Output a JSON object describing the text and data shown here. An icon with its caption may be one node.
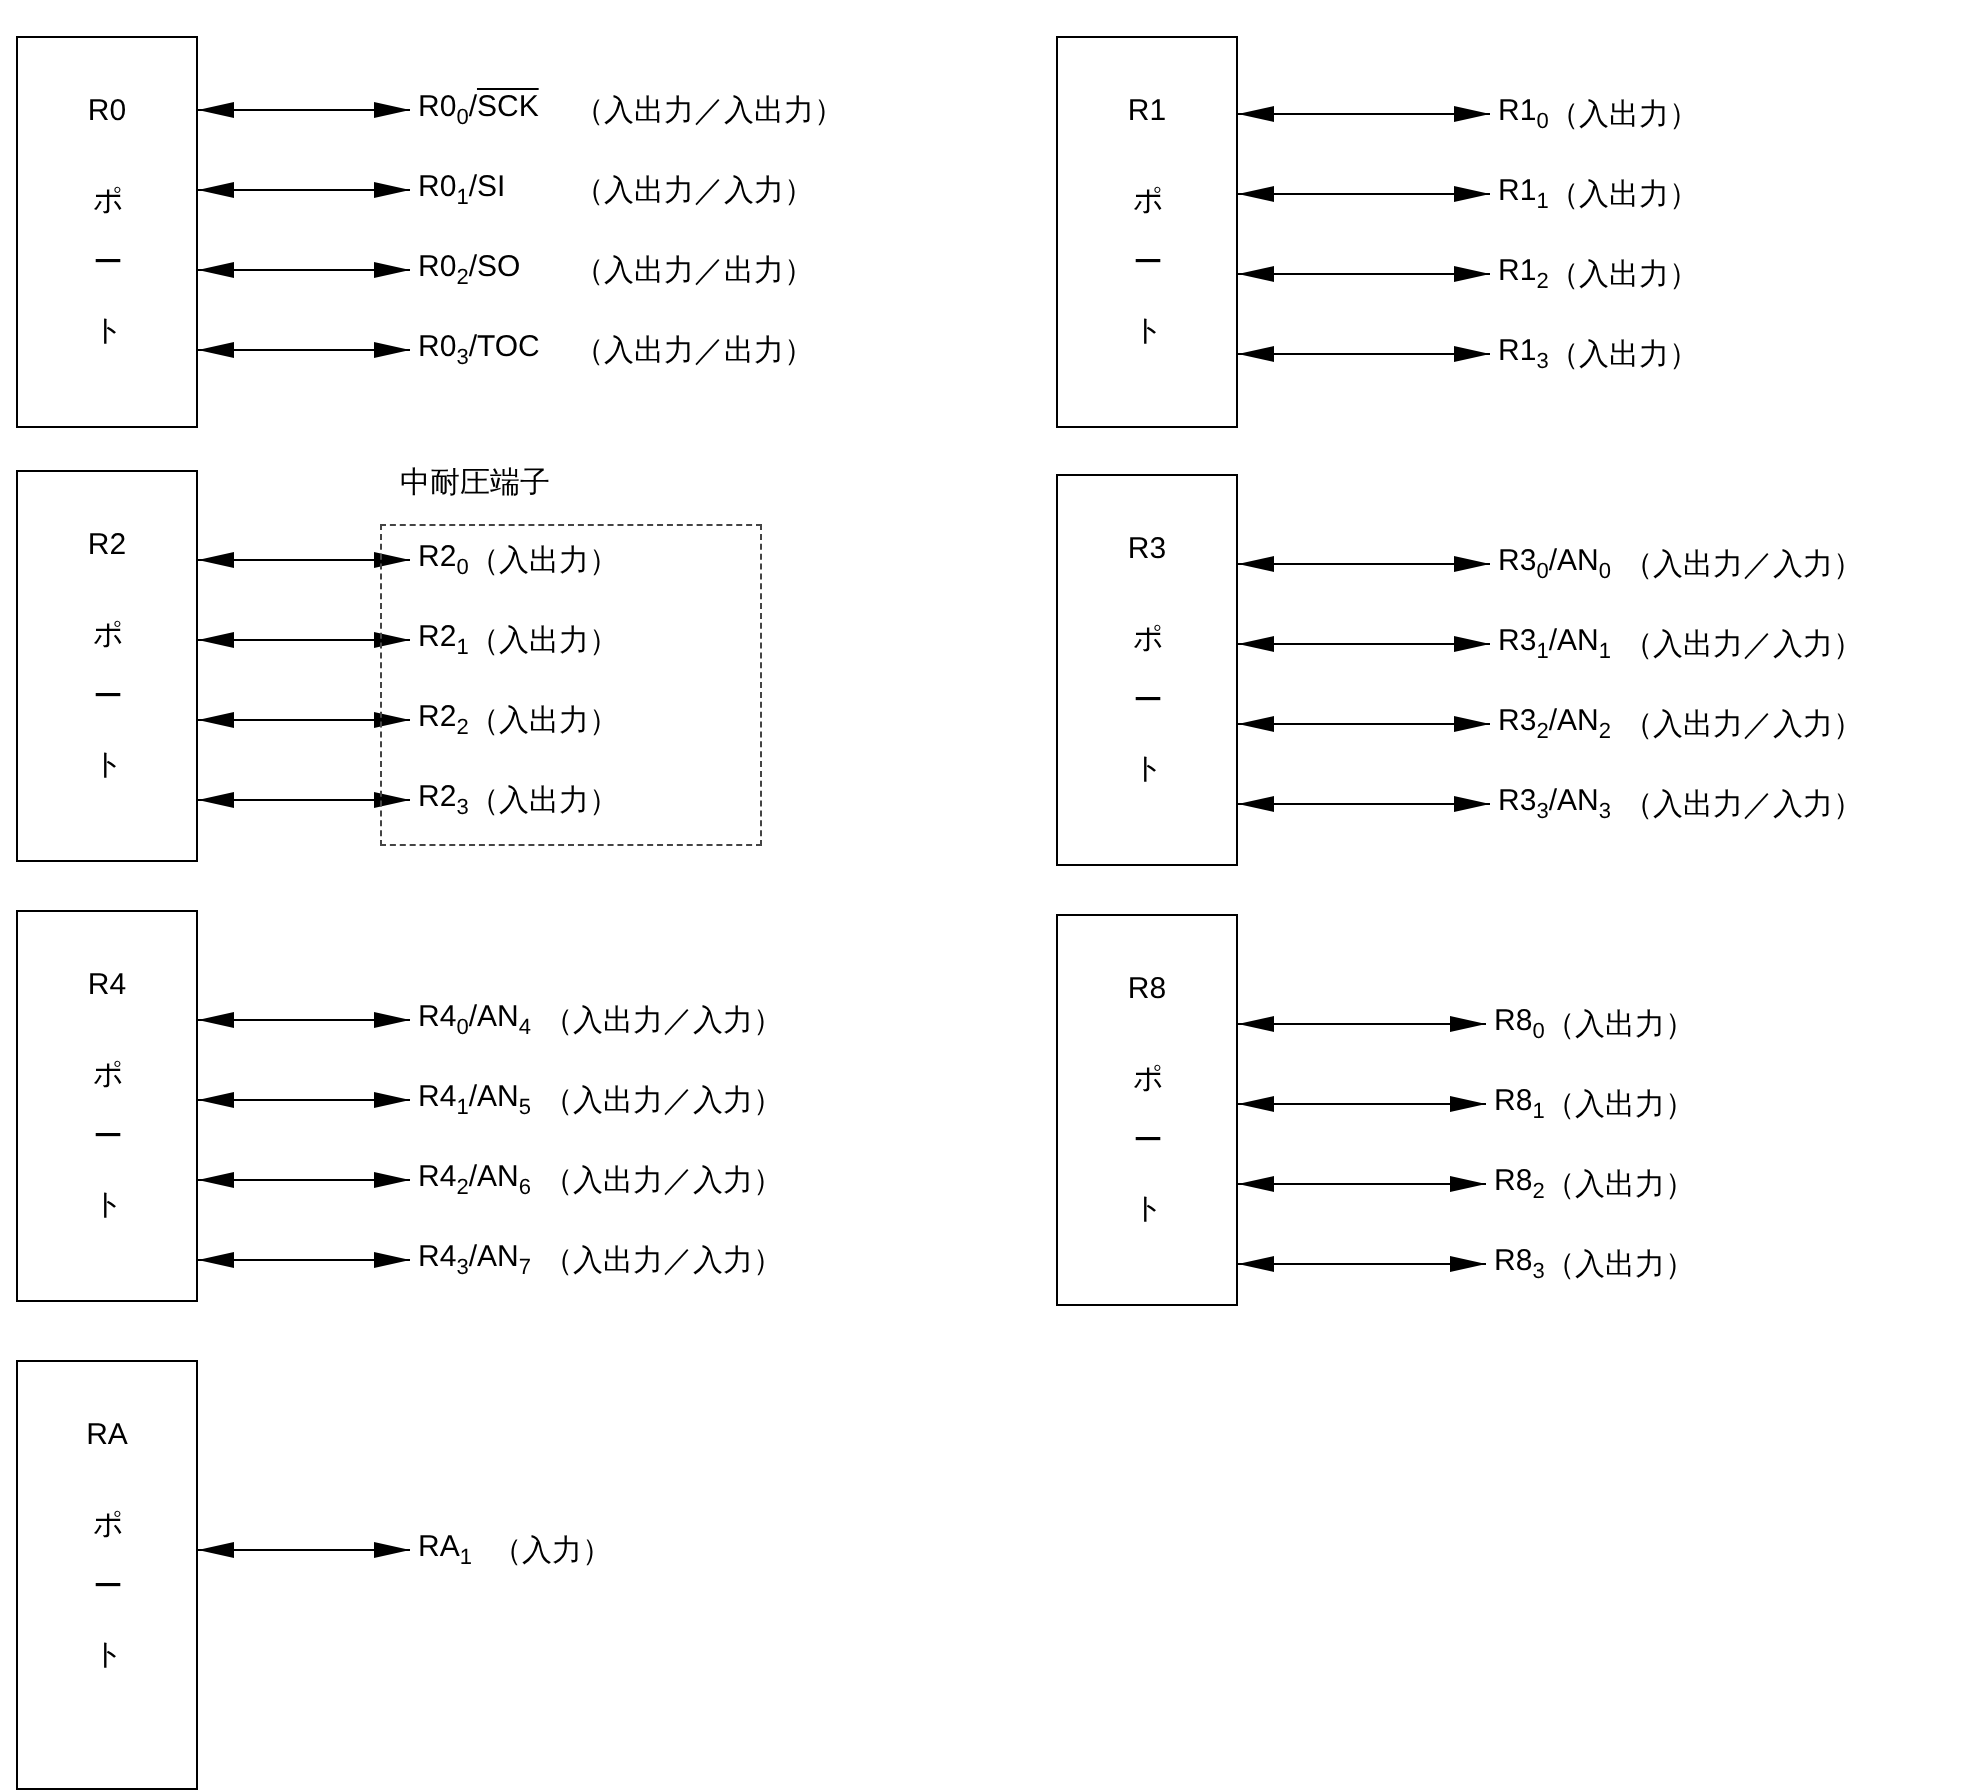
{
  "diagram": {
    "nodes": [
      {
        "text": [
          "R0",
          "ポート"
        ]
      },
      {
        "text": [
          "R0$_{0}$/SCK",
          "（入出力／入出力）"
        ]
      },
      {
        "text": [
          "R0$_{1}$/SI",
          "（入出力／入力）"
        ]
      },
      {
        "text": [
          "R0$_{2}$/SO",
          "（入出力／出力）"
        ]
      },
      {
        "text": [
          "R0$_{3}$/TOC",
          "（入出力／出力）"
        ]
      },
      {
        "text": [
          "R1",
          "ポート"
        ]
      },
      {
        "text": [
          "R1$_{0}$",
          "（入出力）"
        ]
      },
      {
        "text": [
          "R1$_{1}$",
          "（入出力）"
        ]
      },
      {
        "text": [
          "R1$_{2}$",
          "（入出力）"
        ]
      },
      {
        "text": [
          "R1$_{3}$",
          "（入出力）"
        ]
      },
      {
        "text": [
          "R2",
          "ポート"
        ]
      },
      {
        "text": [
          "中耐圧端子"
        ]
      },
      {
        "text": [
          "R2$_{0}$",
          "（入出力）"
        ],
        "in": 11
      },
      {
        "text": [
          "R2$_{1}$",
          "（入出力）"
        ],
        "in": 11
      },
      {
        "text": [
          "R2$_{2}$",
          "（入出力）"
        ],
        "in": 11
      },
      {
        "text": [
          "R2$_{3}$",
          "（入出力）"
        ],
        "in": 11
      },
      {
        "text": [
          "R3",
          "ポート"
        ]
      },
      {
        "text": [
          "R3$_{0}$/AN$_{0}$",
          "（入出力／入力）"
        ]
      },
      {
        "text": [
          "R3$_{1}$/AN$_{1}$",
          "（入出力／入力）"
        ]
      },
      {
        "text": [
          "R3$_{2}$/AN$_{2}$",
          "（入出力／入力）"
        ]
      },
      {
        "text": [
          "R3$_{3}$/AN$_{3}$",
          "（入出力／入力）"
        ]
      },
      {
        "text": [
          "R4",
          "ポート"
        ]
      },
      {
        "text": [
          "R4$_{0}$/AN$_{4}$",
          "（入出力／入力）"
        ]
      },
      {
        "text": [
          "R4$_{1}$/AN$_{5}$",
          "（入出力／入力）"
        ]
      },
      {
        "text": [
          "R4$_{2}$/AN$_{6}$",
          "（入出力／入力）"
        ]
      },
      {
        "text": [
          "R4$_{3}$/AN$_{7}$",
          "（入出力／入力）"
        ]
      },
      {
        "text": [
          "R8",
          "ポート"
        ]
      },
      {
        "text": [
          "R8$_{0}$",
          "（入出力）"
        ]
      },
      {
        "text": [
          "R8$_{1}$",
          "（入出力）"
        ]
      },
      {
        "text": [
          "R8$_{2}$",
          "（入出力）"
        ]
      },
      {
        "text": [
          "R8$_{3}$",
          "（入出力）"
        ]
      },
      {
        "text": [
          "RA",
          "ポート"
        ]
      },
      {
        "text": [
          "RA$_{1}$",
          "（入力）"
        ]
      }
    ],
    "edges": [
      {
        "from": 0,
        "to": 1,
        "arrow": "both"
      },
      {
        "from": 0,
        "to": 2,
        "arrow": "both"
      },
      {
        "from": 0,
        "to": 3,
        "arrow": "both"
      },
      {
        "from": 0,
        "to": 4,
        "arrow": "both"
      },
      {
        "from": 5,
        "to": 6,
        "arrow": "both"
      },
      {
        "from": 5,
        "to": 7,
        "arrow": "both"
      },
      {
        "from": 5,
        "to": 8,
        "arrow": "both"
      },
      {
        "from": 5,
        "to": 9,
        "arrow": "both"
      },
      {
        "from": 10,
        "to": 12,
        "arrow": "both"
      },
      {
        "from": 10,
        "to": 13,
        "arrow": "both"
      },
      {
        "from": 10,
        "to": 14,
        "arrow": "both"
      },
      {
        "from": 10,
        "to": 15,
        "arrow": "both"
      },
      {
        "from": 16,
        "to": 17,
        "arrow": "both"
      },
      {
        "from": 16,
        "to": 18,
        "arrow": "both"
      },
      {
        "from": 16,
        "to": 19,
        "arrow": "both"
      },
      {
        "from": 16,
        "to": 20,
        "arrow": "both"
      },
      {
        "from": 21,
        "to": 22,
        "arrow": "both"
      },
      {
        "from": 21,
        "to": 23,
        "arrow": "both"
      },
      {
        "from": 21,
        "to": 24,
        "arrow": "both"
      },
      {
        "from": 21,
        "to": 25,
        "arrow": "both"
      },
      {
        "from": 26,
        "to": 27,
        "arrow": "both"
      },
      {
        "from": 26,
        "to": 28,
        "arrow": "both"
      },
      {
        "from": 26,
        "to": 29,
        "arrow": "both"
      },
      {
        "from": 26,
        "to": 30,
        "arrow": "both"
      },
      {
        "from": 31,
        "to": 32,
        "arrow": "both"
      }
    ]
  }
}
